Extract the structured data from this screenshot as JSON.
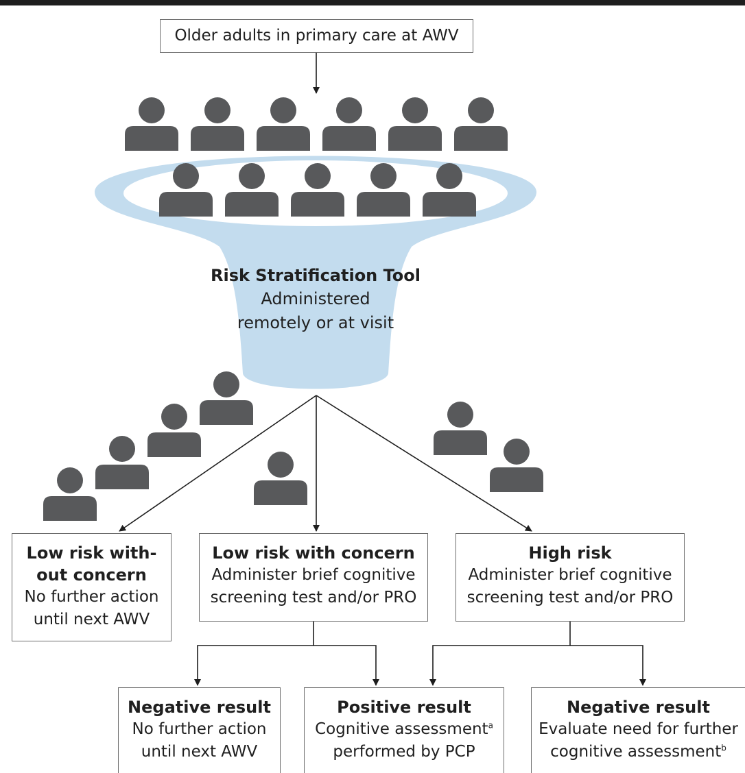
{
  "start": {
    "label": "Older adults in primary care at AWV"
  },
  "funnel": {
    "title": "Risk Stratification Tool",
    "line1": "Administered",
    "line2": "remotely or at visit"
  },
  "outcomes": {
    "low_no_concern": {
      "title_line1": "Low risk with-",
      "title_line2": "out concern",
      "body_line1": "No further action",
      "body_line2": "until next AWV"
    },
    "low_with_concern": {
      "title": "Low risk with concern",
      "body_line1": "Administer brief cognitive",
      "body_line2": "screening test and/or PRO"
    },
    "high_risk": {
      "title": "High risk",
      "body_line1": "Administer brief cognitive",
      "body_line2": "screening test and/or PRO"
    }
  },
  "results": {
    "negative_left": {
      "title": "Negative result",
      "body_line1": "No further action",
      "body_line2": "until next AWV"
    },
    "positive": {
      "title": "Positive result",
      "body_line1": "Cognitive assessment",
      "body_line1_sup": "a",
      "body_line2": "performed by PCP"
    },
    "negative_right": {
      "title": "Negative result",
      "body_line1": "Evaluate need for further",
      "body_line2": "cognitive assessment",
      "body_line2_sup": "b"
    }
  },
  "colors": {
    "funnel": "#c3dcee",
    "person": "#58595b",
    "line": "#1e1e1e"
  }
}
